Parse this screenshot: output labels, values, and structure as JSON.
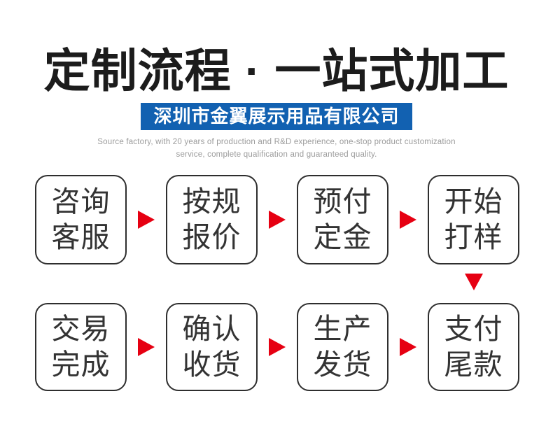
{
  "title": "定制流程 · 一站式加工",
  "banner": {
    "company": "深圳市金翼展示用品有限公司",
    "bg_color": "#1261b1"
  },
  "subtitle": {
    "line1": "Source factory, with 20 years of production and R&D experience, one-stop product customization",
    "line2": "service, complete qualification and guaranteed quality."
  },
  "flow": {
    "arrow_color": "#e60012",
    "rows": [
      {
        "steps": [
          {
            "line1": "咨询",
            "line2": "客服"
          },
          {
            "line1": "按规",
            "line2": "报价"
          },
          {
            "line1": "预付",
            "line2": "定金"
          },
          {
            "line1": "开始",
            "line2": "打样"
          }
        ]
      },
      {
        "steps": [
          {
            "line1": "交易",
            "line2": "完成"
          },
          {
            "line1": "确认",
            "line2": "收货"
          },
          {
            "line1": "生产",
            "line2": "发货"
          },
          {
            "line1": "支付",
            "line2": "尾款"
          }
        ]
      }
    ]
  }
}
